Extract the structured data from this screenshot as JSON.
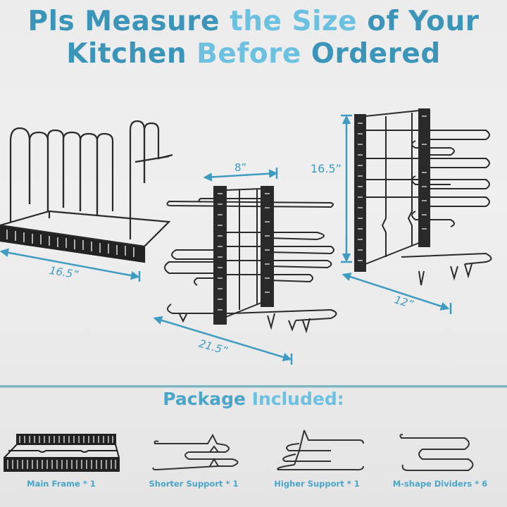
{
  "header": {
    "title_line1_part1": "Pls Measure ",
    "title_line1_part2": "the Size ",
    "title_line1_part3": "of Your",
    "title_line2_part1": "Kitchen ",
    "title_line2_part2": "Before ",
    "title_line2_part3": "Ordered"
  },
  "dimensions": {
    "rack1_length": "16.5”",
    "rack2_width": "8”",
    "rack2_length": "21.5”",
    "rack3_height": "16.5”",
    "rack3_depth": "12”"
  },
  "package": {
    "title_part1": "Package ",
    "title_part2": "Included:",
    "items": [
      {
        "label": "Main Frame * 1",
        "icon": "main-frame"
      },
      {
        "label": "Shorter Support * 1",
        "icon": "shorter-support"
      },
      {
        "label": "Higher Support * 1",
        "icon": "higher-support"
      },
      {
        "label": "M-shape Dividers * 6",
        "icon": "m-shape-divider"
      }
    ]
  },
  "colors": {
    "accent_blue": "#4aa6c8",
    "accent_light_blue": "#6cc0e0",
    "wire_black": "#2a2a2a",
    "divider_line": "#7fb5c0"
  }
}
